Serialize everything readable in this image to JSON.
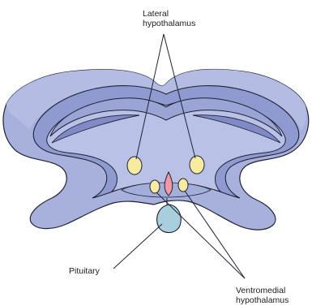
{
  "labels": {
    "lateral_line1": "Lateral",
    "lateral_line2": "hypothalamus",
    "pituitary": "Pituitary",
    "ventromedial_line1": "Ventromedial",
    "ventromedial_line2": "hypothalamus"
  },
  "colors": {
    "tissue_outer": "#a7b1dc",
    "tissue_mid": "#8d98cf",
    "tissue_inner": "#b9c1e6",
    "outline": "#1f2233",
    "lateral_nuclei": "#f6eba1",
    "ventromedial_nuclei": "#f6eba1",
    "third_ventricle": "#ef9aa6",
    "pituitary": "#a9cfdd"
  }
}
